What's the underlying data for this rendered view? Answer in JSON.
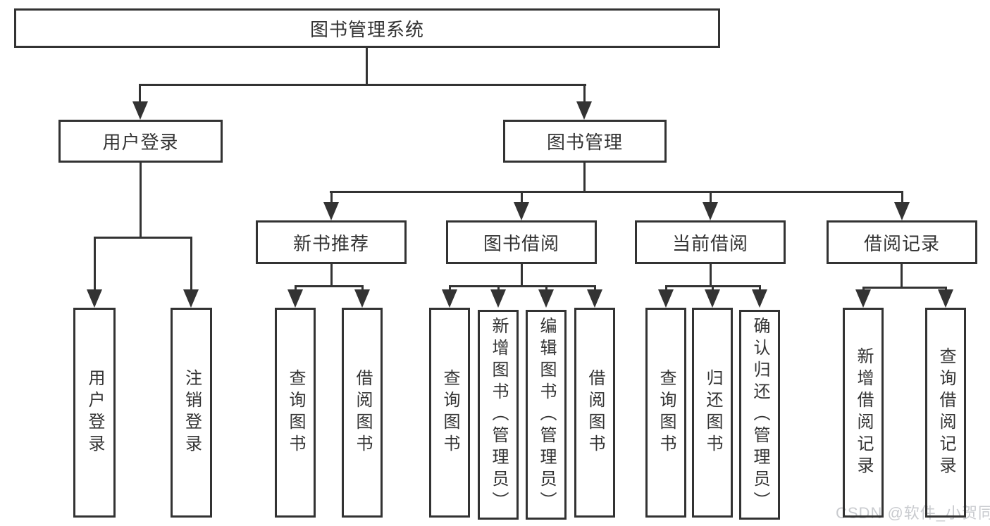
{
  "root": {
    "label": "图书管理系统"
  },
  "branches": {
    "user_login": {
      "label": "用户登录",
      "children": [
        {
          "label": "用户登录"
        },
        {
          "label": "注销登录"
        }
      ]
    },
    "book_management": {
      "label": "图书管理",
      "sections": [
        {
          "label": "新书推荐",
          "children": [
            {
              "label": "查询图书"
            },
            {
              "label": "借阅图书"
            }
          ]
        },
        {
          "label": "图书借阅",
          "children": [
            {
              "label": "查询图书"
            },
            {
              "label": "新增图书（管理员）"
            },
            {
              "label": "编辑图书（管理员）"
            },
            {
              "label": "借阅图书"
            }
          ]
        },
        {
          "label": "当前借阅",
          "children": [
            {
              "label": "查询图书"
            },
            {
              "label": "归还图书"
            },
            {
              "label": "确认归还（管理员）"
            }
          ]
        },
        {
          "label": "借阅记录",
          "children": [
            {
              "label": "新增借阅记录"
            },
            {
              "label": "查询借阅记录"
            }
          ]
        }
      ]
    }
  },
  "watermark": "CSDN @软件_小贺同学",
  "colors": {
    "line": "#333333",
    "text": "#333333",
    "box_background": "#ffffff",
    "watermark": "#c9cbcf"
  }
}
